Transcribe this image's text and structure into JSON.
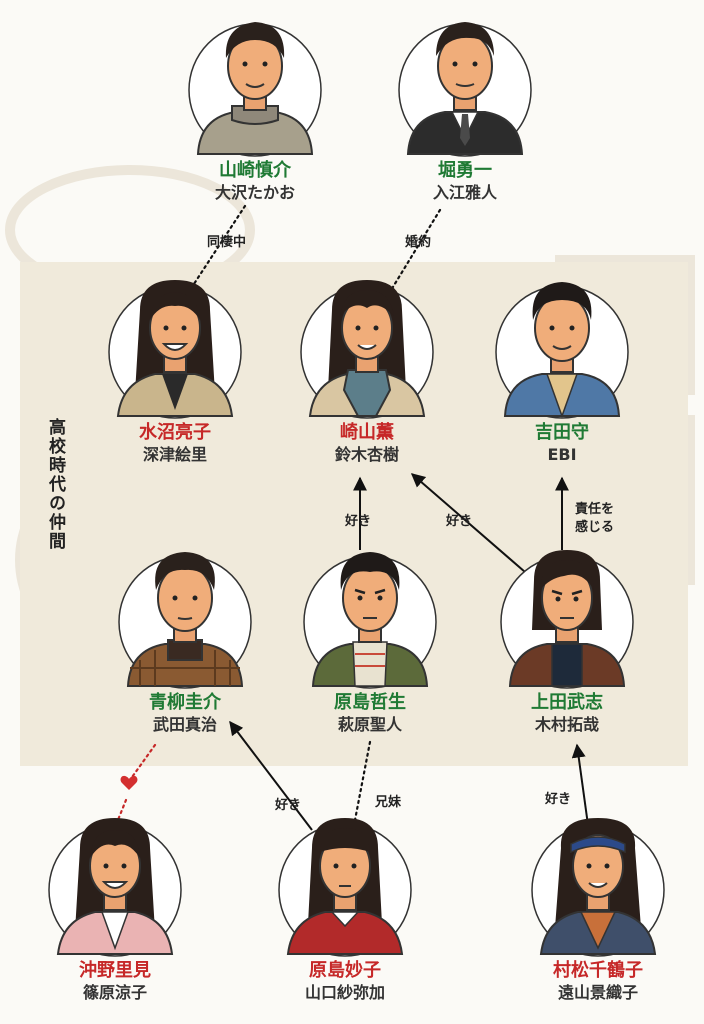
{
  "section_label": "高校時代の仲間",
  "people": {
    "yamazaki": {
      "role": "山崎慎介",
      "actor": "大沢たかお",
      "color": "green",
      "icon": "man-sweater-portrait"
    },
    "hori": {
      "role": "堀勇一",
      "actor": "入江雅人",
      "color": "green",
      "icon": "man-suit-portrait"
    },
    "mizunuma": {
      "role": "水沼亮子",
      "actor": "深津絵里",
      "color": "red",
      "icon": "woman-portrait"
    },
    "sakiyama": {
      "role": "崎山薫",
      "actor": "鈴木杏樹",
      "color": "red",
      "icon": "woman-scarf-portrait"
    },
    "yoshida": {
      "role": "吉田守",
      "actor": "EBI",
      "color": "green",
      "icon": "man-denim-portrait"
    },
    "aoyagi": {
      "role": "青柳圭介",
      "actor": "武田真治",
      "color": "green",
      "icon": "man-plaid-portrait"
    },
    "harashima_t": {
      "role": "原島哲生",
      "actor": "萩原聖人",
      "color": "green",
      "icon": "man-shirt-portrait"
    },
    "ueda": {
      "role": "上田武志",
      "actor": "木村拓哉",
      "color": "green",
      "icon": "man-longhair-portrait"
    },
    "okino": {
      "role": "沖野里見",
      "actor": "篠原涼子",
      "color": "red",
      "icon": "woman-pink-portrait"
    },
    "harashima_m": {
      "role": "原島妙子",
      "actor": "山口紗弥加",
      "color": "red",
      "icon": "girl-red-portrait"
    },
    "muramatsu": {
      "role": "村松千鶴子",
      "actor": "遠山景織子",
      "color": "red",
      "icon": "woman-bandana-portrait"
    }
  },
  "relations": {
    "cohabiting": "同棲中",
    "engaged": "婚約",
    "likes_1": "好き",
    "likes_2": "好き",
    "responsibility_1": "責任を",
    "responsibility_2": "感じる",
    "siblings": "兄妹",
    "likes_3": "好き",
    "likes_4": "好き"
  },
  "colors": {
    "green": "#1f7a34",
    "red": "#c62828",
    "panel": "#f0eadb"
  }
}
